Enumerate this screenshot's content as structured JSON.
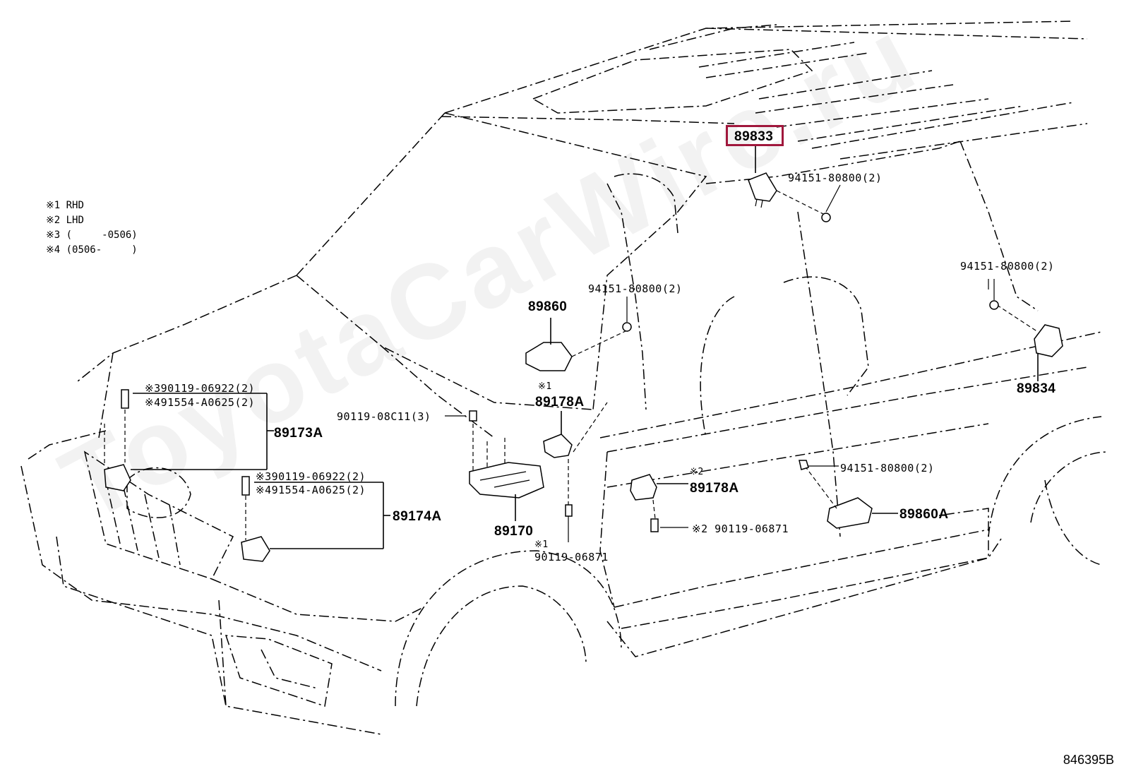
{
  "legend": {
    "items": [
      "※1 RHD",
      "※2 LHD",
      "※3 (     -0506)",
      "※4 (0506-     )"
    ]
  },
  "labels": {
    "p89833": "89833",
    "p89860": "89860",
    "p89834": "89834",
    "p89178A_top": "89178A",
    "p89178A_mid": "89178A",
    "p89173A": "89173A",
    "p89174A": "89174A",
    "p89170": "89170",
    "p89860A": "89860A",
    "bolt_94151_a": "94151-80800(2)",
    "bolt_94151_b": "94151-80800(2)",
    "bolt_94151_c": "94151-80800(2)",
    "bolt_94151_d": "94151-80800(2)",
    "bolt_90119_08C11": "90119-08C11(3)",
    "note_m1_top": "※1",
    "note_m2_mid": "※2",
    "bolt_90119_06871_l2": "※2 90119-06871",
    "note_m1_bottom": "※1",
    "bolt_90119_06871_l1": "90119-06871",
    "group1_line1": "※390119-06922(2)",
    "group1_line2": "※491554-A0625(2)",
    "group2_line1": "※390119-06922(2)",
    "group2_line2": "※491554-A0625(2)"
  },
  "highlighted_part": "89833",
  "watermark": "ToyotaCarWire.ru",
  "diagram_ref": "846395B",
  "colors": {
    "highlight": "#a0173c"
  }
}
